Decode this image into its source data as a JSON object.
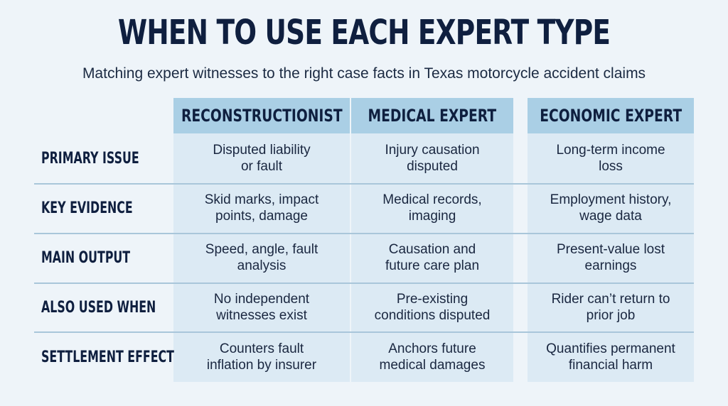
{
  "title": "WHEN TO USE EACH EXPERT TYPE",
  "subtitle": "Matching expert witnesses to the right case facts in Texas motorcycle accident claims",
  "columns": [
    "RECONSTRUCTIONIST",
    "MEDICAL EXPERT",
    "ECONOMIC EXPERT"
  ],
  "rows": [
    {
      "label": "PRIMARY ISSUE",
      "cells": [
        "Disputed liability\nor fault",
        "Injury causation\ndisputed",
        "Long-term income\nloss"
      ]
    },
    {
      "label": "KEY EVIDENCE",
      "cells": [
        "Skid marks, impact\npoints, damage",
        "Medical records,\nimaging",
        "Employment history,\nwage data"
      ]
    },
    {
      "label": "MAIN OUTPUT",
      "cells": [
        "Speed, angle, fault\nanalysis",
        "Causation and\nfuture care plan",
        "Present-value lost\nearnings"
      ]
    },
    {
      "label": "ALSO USED WHEN",
      "cells": [
        "No independent\nwitnesses exist",
        "Pre-existing\nconditions disputed",
        "Rider can’t return to\nprior job"
      ]
    },
    {
      "label": "SETTLEMENT EFFECT",
      "cells": [
        "Counters fault\ninflation by insurer",
        "Anchors future\nmedical damages",
        "Quantifies permanent\nfinancial harm"
      ]
    }
  ]
}
